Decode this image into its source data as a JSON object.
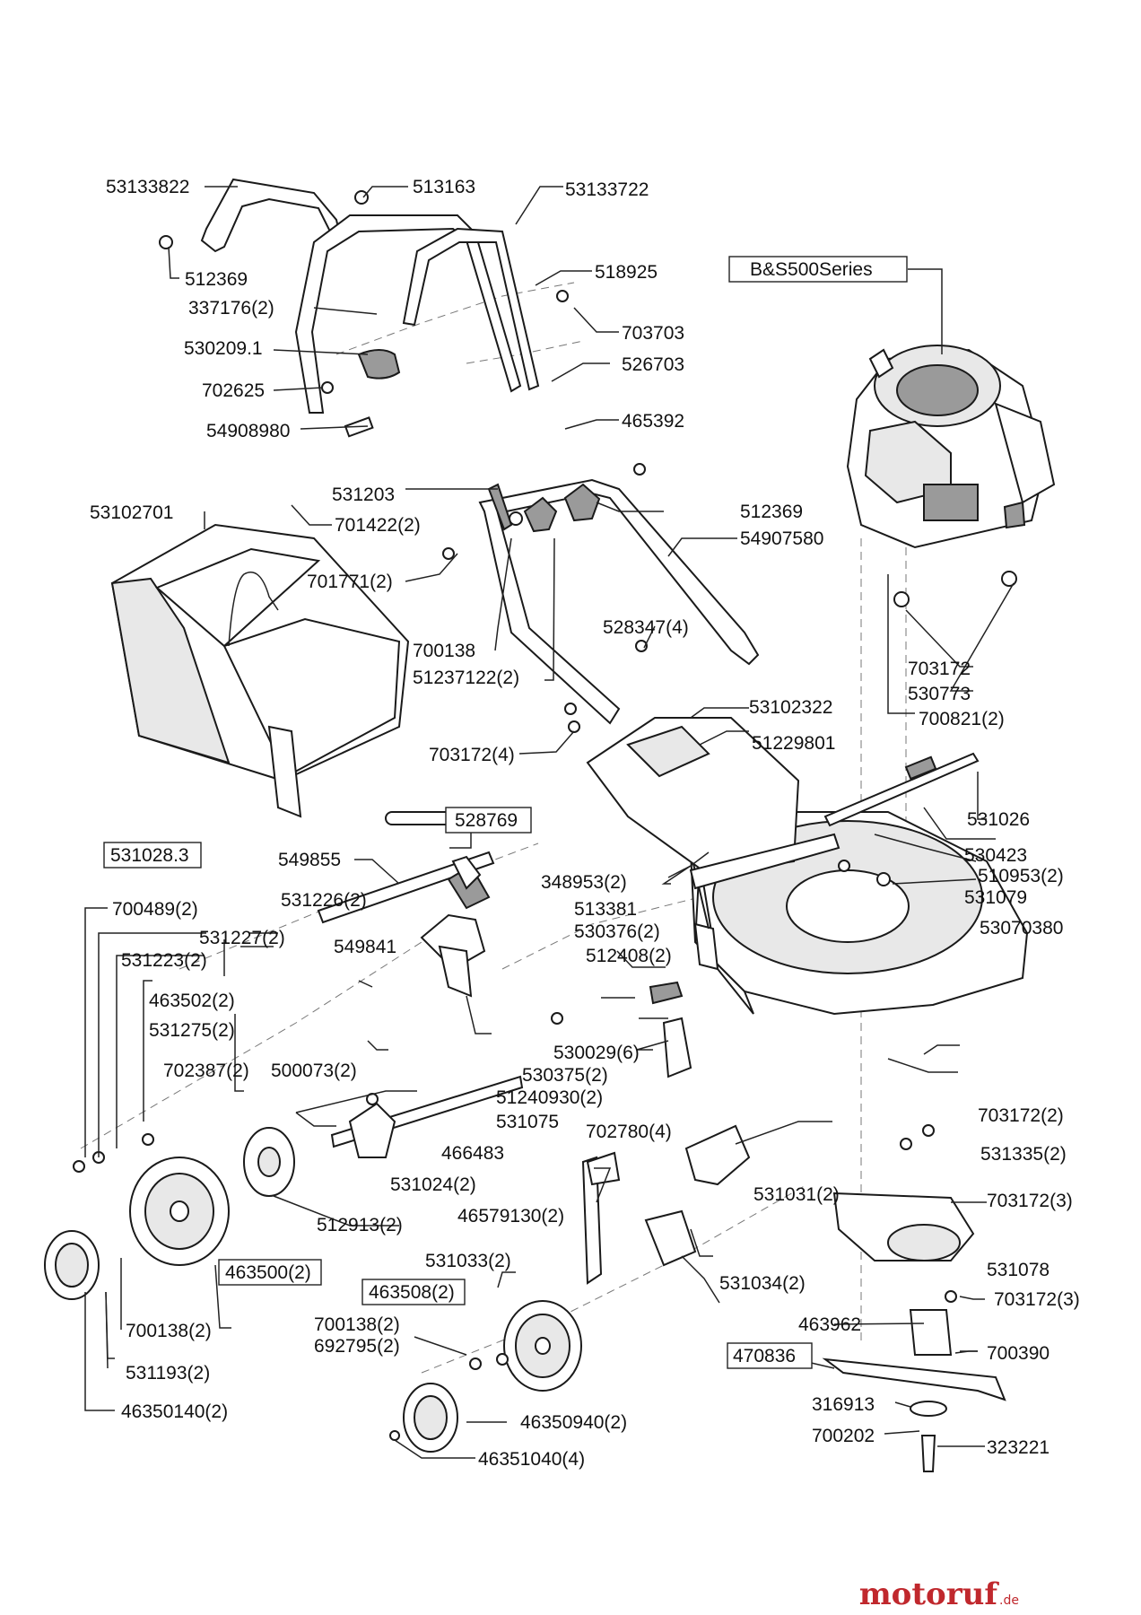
{
  "labels": {
    "l01": "53133822",
    "l02": "513163",
    "l03": "53133722",
    "l04": "512369",
    "l05": "337176(2)",
    "l06": "518925",
    "l07": "530209.1",
    "l08": "703703",
    "l09": "526703",
    "l10": "702625",
    "l11": "465392",
    "l12": "54908980",
    "l13": "B&S500Series",
    "l14": "531203",
    "l15": "53102701",
    "l16": "701422(2)",
    "l17": "512369",
    "l18": "54907580",
    "l19": "701771(2)",
    "l20": "528347(4)",
    "l21": "700138",
    "l22": "51237122(2)",
    "l23": "703172",
    "l24": "530773",
    "l25": "700821(2)",
    "l26": "703172(4)",
    "l27": "53102322",
    "l28": "51229801",
    "l29": "531026",
    "l30": "528769",
    "l31": "531028.3",
    "l32": "530423",
    "l33": "510953(2)",
    "l34": "549855",
    "l35": "348953(2)",
    "l36": "531079",
    "l37": "531226(2)",
    "l38": "700489(2)",
    "l39": "513381",
    "l40": "530376(2)",
    "l41": "53070380",
    "l42": "531227(2)",
    "l43": "549841",
    "l44": "512408(2)",
    "l45": "531223(2)",
    "l46": "463502(2)",
    "l47": "531275(2)",
    "l48": "530029(6)",
    "l49": "702387(2)",
    "l50": "500073(2)",
    "l51": "530375(2)",
    "l52": "51240930(2)",
    "l53": "531075",
    "l54": "703172(2)",
    "l55": "702780(4)",
    "l56": "466483",
    "l57": "531335(2)",
    "l58": "531024(2)",
    "l59": "531031(2)",
    "l60": "703172(3)",
    "l61": "46579130(2)",
    "l62": "512913(2)",
    "l63": "463500(2)",
    "l64": "531078",
    "l65": "531033(2)",
    "l66": "531034(2)",
    "l67": "463508(2)",
    "l68": "703172(3)",
    "l69": "463962",
    "l70": "700138(2)",
    "l71": "700138(2)",
    "l72": "692795(2)",
    "l73": "700390",
    "l74": "470836",
    "l75": "531193(2)",
    "l76": "316913",
    "l77": "46350940(2)",
    "l78": "700202",
    "l79": "323221",
    "l80": "46350140(2)",
    "l81": "46351040(4)"
  },
  "watermark": {
    "main": "motoruf",
    "suffix": ".de"
  },
  "colors": {
    "line": "#222222",
    "shade": "#9a9a9a",
    "brand_red": "#c0282d",
    "brand_orange": "#e08a1e"
  }
}
